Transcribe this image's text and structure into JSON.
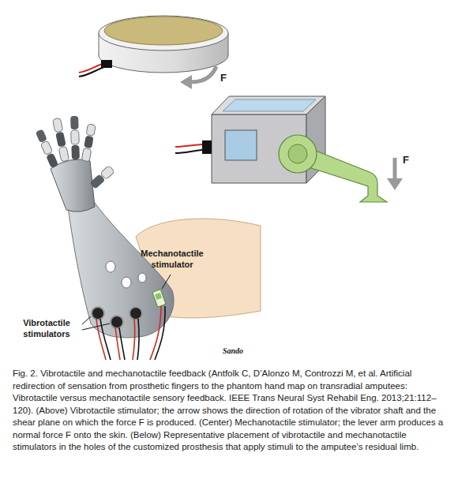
{
  "diagram": {
    "caption": "Fig. 2. Vibrotactile and mechanotactile feedback (Antfolk C, D’Alonzo M, Controzzi M, et al. Artificial redirection of sensation from prosthetic fingers to the phantom hand map on transradial amputees: Vibrotactile versus mechanotactile sensory feedback. IEEE Trans Neural Syst Rehabil Eng. 2013;21:112–120). (Above) Vibrotactile stimulator; the arrow shows the direction of rotation of the vibrator shaft and the shear plane on which the force F is produced. (Center) Mechanotactile stimulator; the lever arm produces a normal force F onto the skin. (Below) Representative placement of vibrotactile and mechanotactile stimulators in the holes of the customized prosthesis that apply stimuli to the amputee’s residual limb.",
    "labels": [
      "F",
      "F",
      "Mechanotactile stimulator",
      "Vibrotactile stimulators",
      "Sando"
    ]
  }
}
